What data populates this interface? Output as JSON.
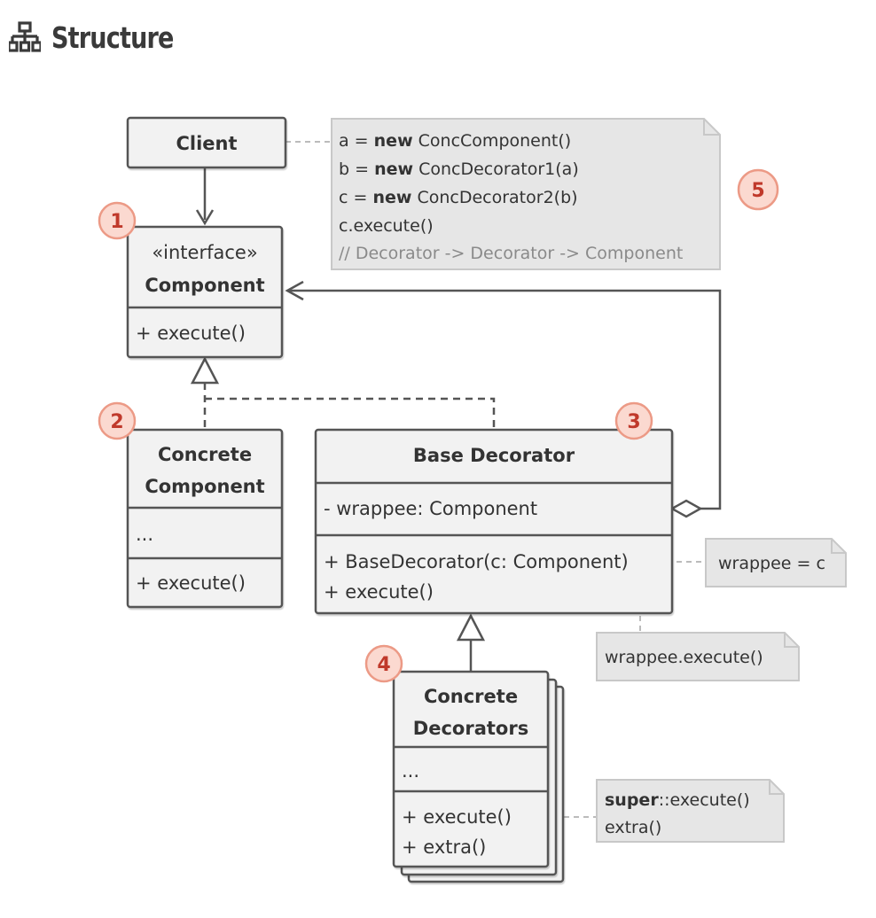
{
  "header": {
    "title": "Structure",
    "icon": "sitemap-icon"
  },
  "colors": {
    "box_fill": "#f2f2f2",
    "box_stroke": "#555555",
    "note_fill": "#e6e6e6",
    "note_stroke": "#c8c8c8",
    "badge_fill": "#fbd9d0",
    "badge_stroke": "#ec9a86",
    "badge_text": "#c0392b",
    "dashed_line": "#bbbbbb"
  },
  "client": {
    "label": "Client"
  },
  "component": {
    "stereotype": "«interface»",
    "name": "Component",
    "methods": [
      "+ execute()"
    ]
  },
  "concrete_component": {
    "name_line1": "Concrete",
    "name_line2": "Component",
    "fields": [
      "..."
    ],
    "methods": [
      "+ execute()"
    ]
  },
  "base_decorator": {
    "name": "Base Decorator",
    "fields": [
      "- wrappee: Component"
    ],
    "methods": [
      "+ BaseDecorator(c: Component)",
      "+ execute()"
    ]
  },
  "concrete_decorators": {
    "name_line1": "Concrete",
    "name_line2": "Decorators",
    "fields": [
      "..."
    ],
    "methods": [
      "+ execute()",
      "+ extra()"
    ]
  },
  "client_note": {
    "lines": [
      {
        "prefix": "a = ",
        "keyword": "new",
        "rest": " ConcComponent()"
      },
      {
        "prefix": "b = ",
        "keyword": "new",
        "rest": " ConcDecorator1(a)"
      },
      {
        "prefix": "c = ",
        "keyword": "new",
        "rest": " ConcDecorator2(b)"
      },
      {
        "prefix": "c.execute()",
        "keyword": "",
        "rest": ""
      }
    ],
    "comment": "// Decorator -> Decorator -> Component"
  },
  "notes": {
    "constructor": "wrappee = c",
    "execute": "wrappee.execute()",
    "extra_keyword": "super",
    "extra_line1_rest": "::execute()",
    "extra_line2": "extra()"
  },
  "badges": [
    "1",
    "2",
    "3",
    "4",
    "5"
  ]
}
